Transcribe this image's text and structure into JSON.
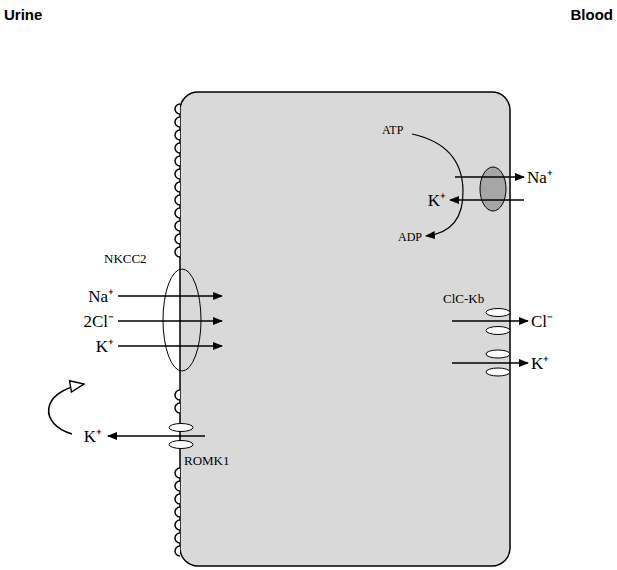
{
  "diagram": {
    "nodes": [
      {
        "text": [
          "NKCC2"
        ]
      },
      {
        "text": [
          "ClC-Kb"
        ]
      },
      {
        "text": [
          "ROMK1"
        ]
      }
    ],
    "labels": [
      "Urine",
      "Blood",
      "ATP",
      "Na⁺",
      "K⁺",
      "ADP",
      "Na⁺",
      "2Cl⁻",
      "K⁺",
      "Cl⁻",
      "K⁺",
      "K⁺"
    ]
  }
}
